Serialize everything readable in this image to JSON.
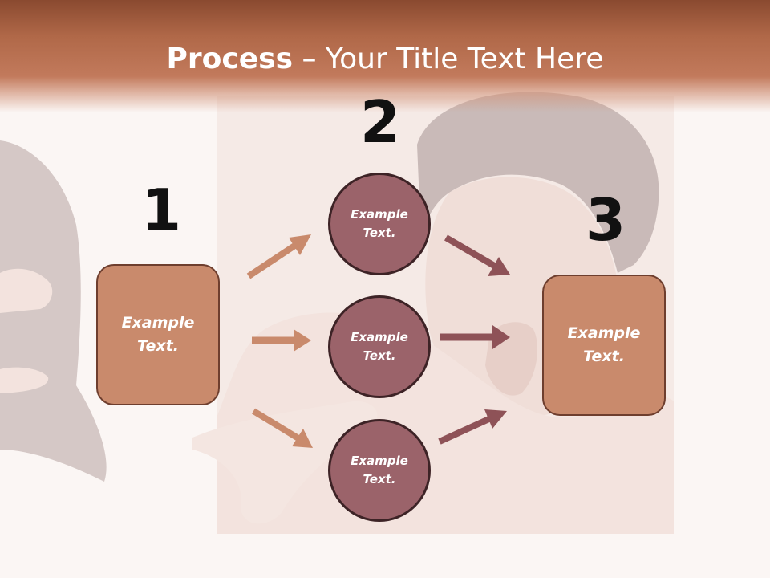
{
  "slide": {
    "title_bold": "Process",
    "title_rest": " – Your Title Text Here"
  },
  "steps": {
    "num1": "1",
    "num2": "2",
    "num3": "3"
  },
  "nodes": {
    "left_box": "Example Text.",
    "circle_top": "Example Text.",
    "circle_middle": "Example Text.",
    "circle_bottom": "Example Text.",
    "right_box": "Example Text."
  },
  "colors": {
    "header": "#b06848",
    "box_fill": "#c98a6c",
    "circle_fill": "#9b636a",
    "arrow_light": "#c98a6c",
    "arrow_dark": "#8e5257"
  }
}
